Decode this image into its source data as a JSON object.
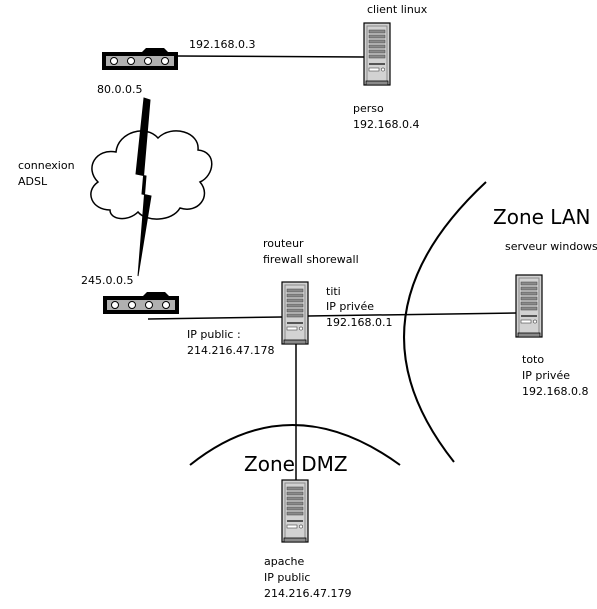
{
  "labels": {
    "client_linux": "client linux",
    "ip_192_168_0_3": "192.168.0.3",
    "perso_name": "perso",
    "perso_ip": "192.168.0.4",
    "modem_top_ip": "80.0.0.5",
    "adsl_line1": "connexion",
    "adsl_line2": "ADSL",
    "modem_bottom_ip": "245.0.0.5",
    "router_line1": "routeur",
    "router_line2": "firewall shorewall",
    "titi_name": "titi",
    "titi_type": "IP privée",
    "titi_ip": "192.168.0.1",
    "public_line1": "IP public :",
    "public_line2": "214.216.47.178",
    "zone_lan": "Zone LAN",
    "windows_server": "serveur windows",
    "toto_name": "toto",
    "toto_type": "IP privée",
    "toto_ip": "192.168.0.8",
    "zone_dmz": "Zone DMZ",
    "apache_name": "apache",
    "apache_type": "IP public",
    "apache_ip": "214.216.47.179"
  },
  "icons": {
    "server": "server-tower-icon",
    "modem": "modem-icon",
    "cloud": "internet-cloud-icon",
    "lightning": "lightning-bolt-icon"
  },
  "colors": {
    "line": "#000000",
    "server_body": "#d2d2d2",
    "server_dark": "#8a8a8a",
    "modem_body": "#b0b0b0"
  }
}
